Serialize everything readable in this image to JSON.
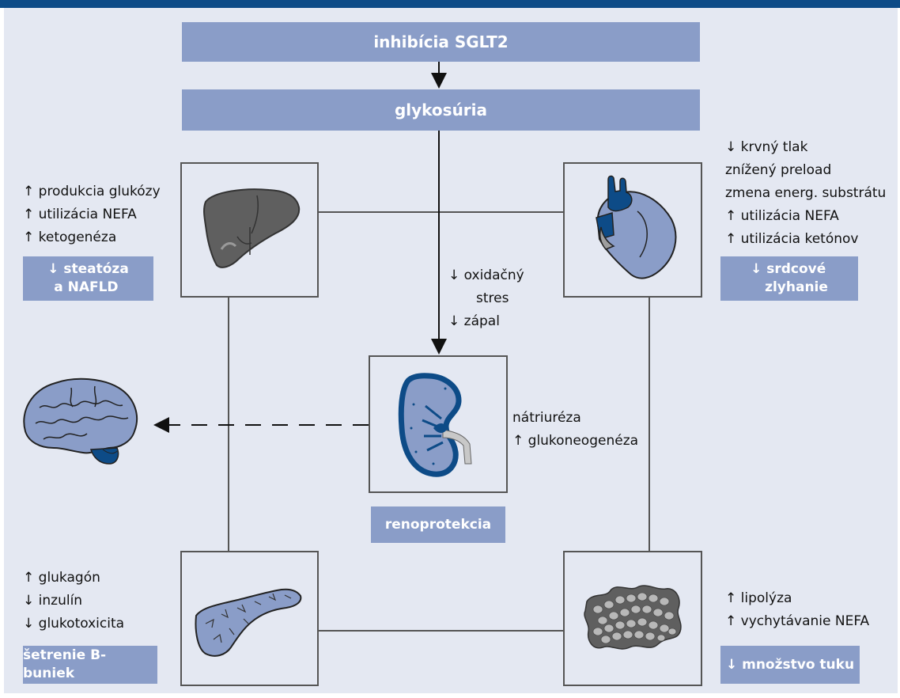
{
  "header": {
    "top": "inhibícia SGLT2",
    "second": "glykosúria"
  },
  "liver": {
    "effects": [
      "↑ produkcia glukózy",
      "↑ utilizácia NEFA",
      "↑ ketogenéza"
    ],
    "outcome": [
      "↓ steatóza",
      "a NAFLD"
    ]
  },
  "heart": {
    "effects": [
      "↓ krvný tlak",
      "znížený preload",
      "zmena energ. substrátu",
      "↑ utilizácia NEFA",
      "↑ utilizácia ketónov"
    ],
    "outcome": [
      "↓ srdcové",
      "zlyhanie"
    ]
  },
  "center": {
    "effects": [
      "↓ oxidačný",
      "stres",
      "↓ zápal"
    ]
  },
  "kidney": {
    "effects": [
      "nátriuréza",
      "↑ glukoneogenéza"
    ],
    "outcome": "renoprotekcia"
  },
  "pancreas": {
    "effects": [
      "↑ glukagón",
      "↓ inzulín",
      "↓ glukotoxicita"
    ],
    "outcome": "šetrenie B-buniek"
  },
  "fat": {
    "effects": [
      "↑ lipolýza",
      "↑ vychytávanie NEFA"
    ],
    "outcome": "↓ množstvo tuku"
  },
  "icons": [
    "liver-icon",
    "heart-icon",
    "kidney-icon",
    "brain-icon",
    "pancreas-icon",
    "adipose-tissue-icon"
  ],
  "colors": {
    "top_bar": "#0d4b87",
    "panel": "#e4e8f2",
    "box_fill": "#8a9dc8",
    "organ_blue": "#8a9dc8",
    "organ_dark": "#0d4b87",
    "organ_gray": "#5f5f5f"
  }
}
